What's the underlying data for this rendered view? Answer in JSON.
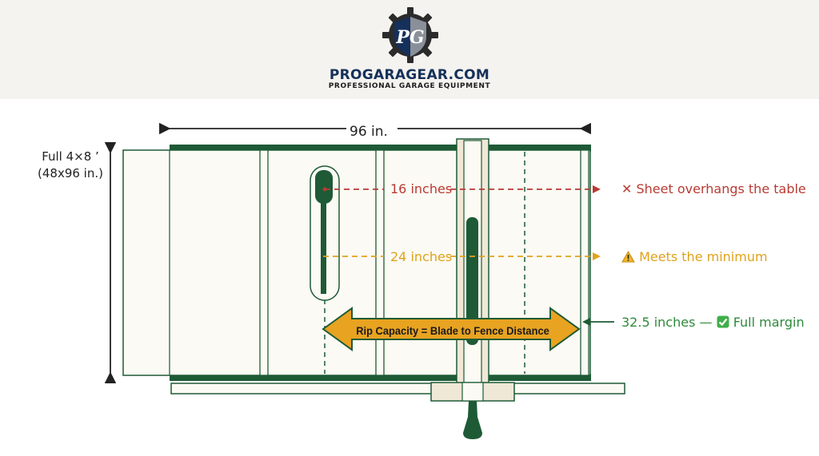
{
  "brand": {
    "name": "PROGARAGEAR.COM",
    "tagline": "PROFESSIONAL GARAGE EQUIPMENT",
    "logo_icon": "gear-shield-icon",
    "logo_letters": "PG"
  },
  "diagram": {
    "width_dimension": "96 in.",
    "sheet_label_line1": "Full 4×8 ’",
    "sheet_label_line2": "(48x96 in.)",
    "rip_capacity_label": "Rip Capacity = Blade to Fence Distance",
    "levels": [
      {
        "distance": "16 inches",
        "status": "Sheet overhangs the table",
        "icon": "x-mark-icon",
        "color": "#b83b33"
      },
      {
        "distance": "24 inches",
        "status": "Meets the minimum",
        "icon": "warning-icon",
        "color": "#e0a21c"
      },
      {
        "distance": "32.5 inches",
        "separator": "—",
        "status": "Full margin",
        "icon": "check-box-icon",
        "color": "#2f8a3a"
      }
    ]
  },
  "colors": {
    "table_green": "#1e5a36",
    "sheet_cream": "#fbfaf4",
    "arrow_orange": "#e8a321",
    "header_bg": "#f5f3ef",
    "brand_navy": "#15305a"
  }
}
